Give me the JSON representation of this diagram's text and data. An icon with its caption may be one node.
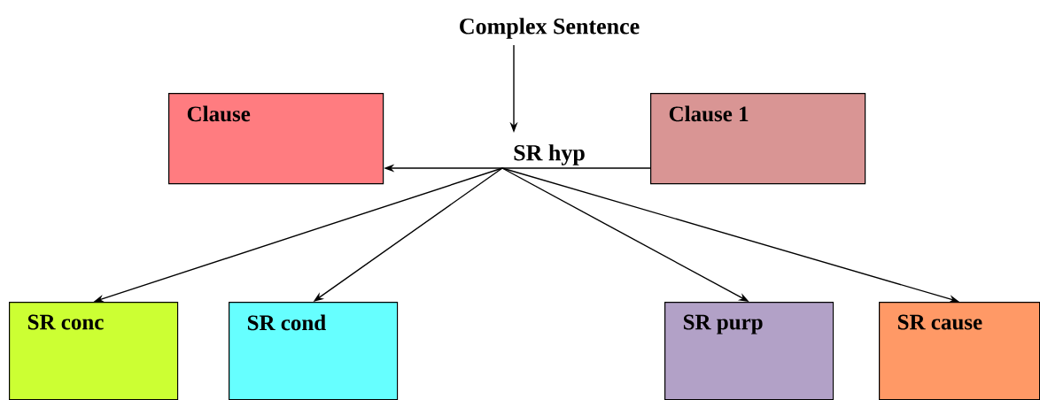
{
  "diagram": {
    "nodes": [
      {
        "text": [
          "Complex Sentence"
        ]
      },
      {
        "text": [
          "Clause"
        ]
      },
      {
        "text": [
          "SR hyp"
        ]
      },
      {
        "text": [
          "Clause 1"
        ]
      },
      {
        "text": [
          "SR conc"
        ]
      },
      {
        "text": [
          "SR cond"
        ]
      },
      {
        "text": [
          "SR purp"
        ]
      },
      {
        "text": [
          "SR cause"
        ]
      }
    ],
    "edges": [
      {
        "from": 0,
        "to": 2,
        "arrow": "to"
      },
      {
        "from": 3,
        "to": 1,
        "arrow": "to"
      },
      {
        "from": 2,
        "to": 4,
        "arrow": "to"
      },
      {
        "from": 2,
        "to": 5,
        "arrow": "to"
      },
      {
        "from": 2,
        "to": 6,
        "arrow": "to"
      },
      {
        "from": 2,
        "to": 7,
        "arrow": "to"
      }
    ]
  }
}
